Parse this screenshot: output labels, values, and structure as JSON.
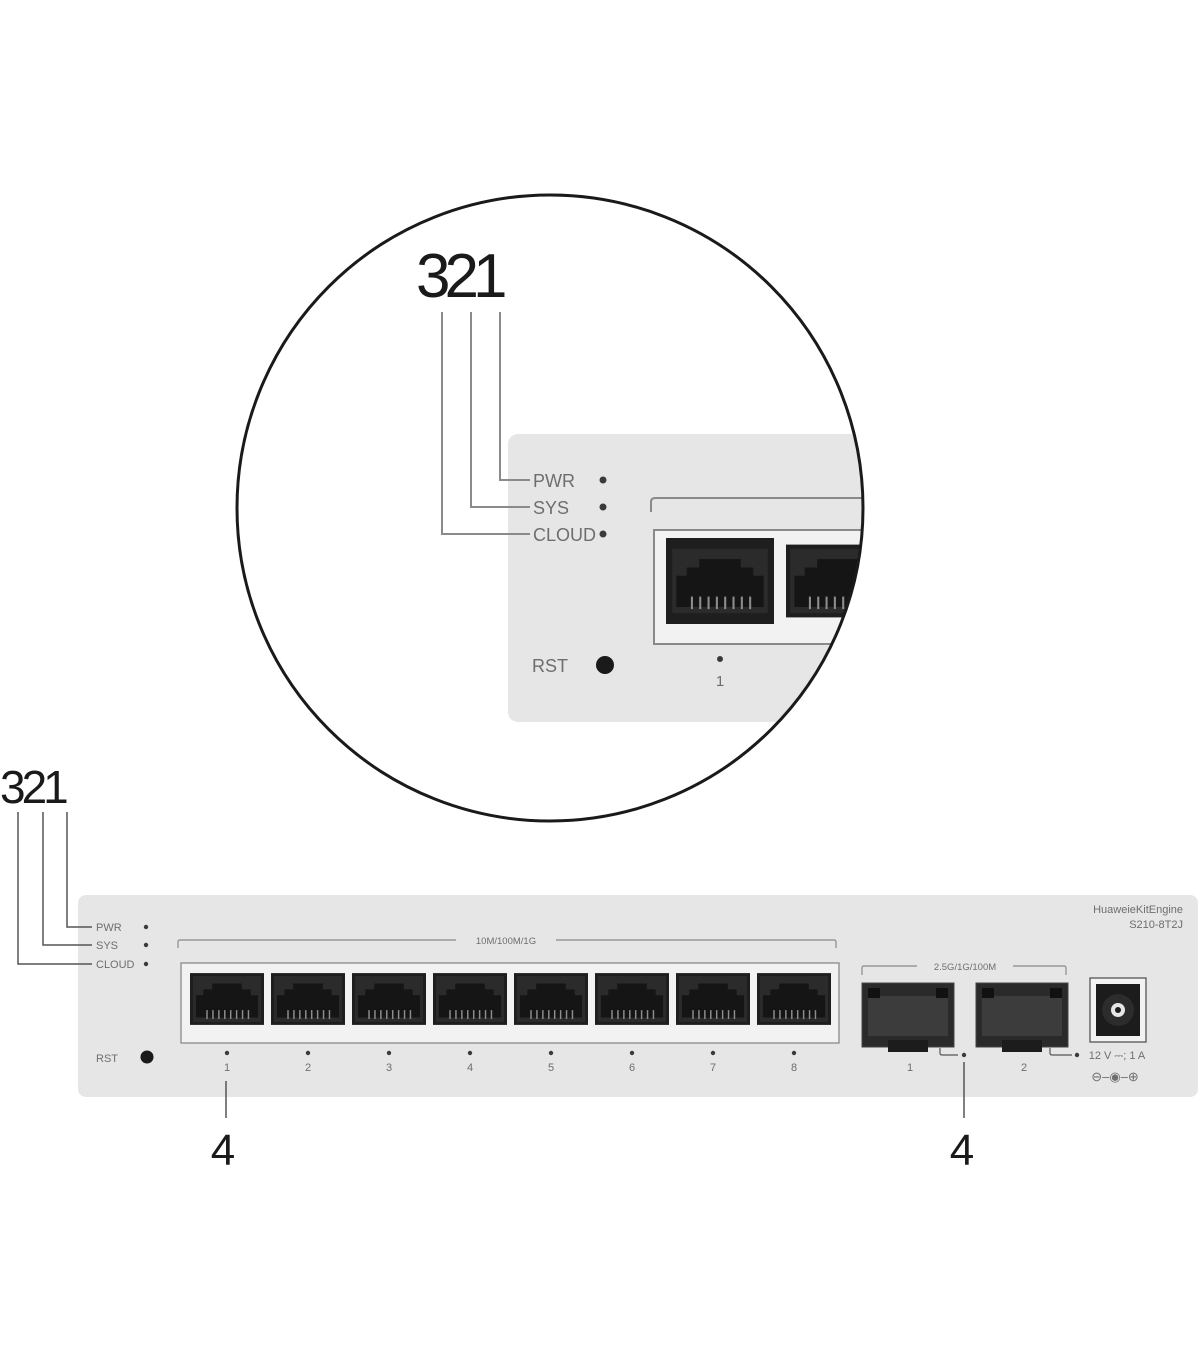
{
  "zoom_view": {
    "callout_numbers": "321",
    "leds": [
      {
        "label": "PWR"
      },
      {
        "label": "SYS"
      },
      {
        "label": "CLOUD"
      }
    ],
    "reset_label": "RST",
    "first_port_label": "1"
  },
  "device": {
    "brand": "HuaweiеKitEngine",
    "model": "S210-8T2J",
    "callout_numbers": "321",
    "leds": [
      {
        "label": "PWR"
      },
      {
        "label": "SYS"
      },
      {
        "label": "CLOUD"
      }
    ],
    "reset_label": "RST",
    "rj45_group_label": "10M/100M/1G",
    "rj45_ports": [
      "1",
      "2",
      "3",
      "4",
      "5",
      "6",
      "7",
      "8"
    ],
    "sfp_group_label": "2.5G/1G/100M",
    "sfp_ports": [
      "1",
      "2"
    ],
    "power_rating": "12 V ⎓; 1 A",
    "power_polarity_symbol": "⊖–◉–⊕"
  },
  "port_callouts": [
    {
      "number": "4"
    },
    {
      "number": "4"
    }
  ]
}
